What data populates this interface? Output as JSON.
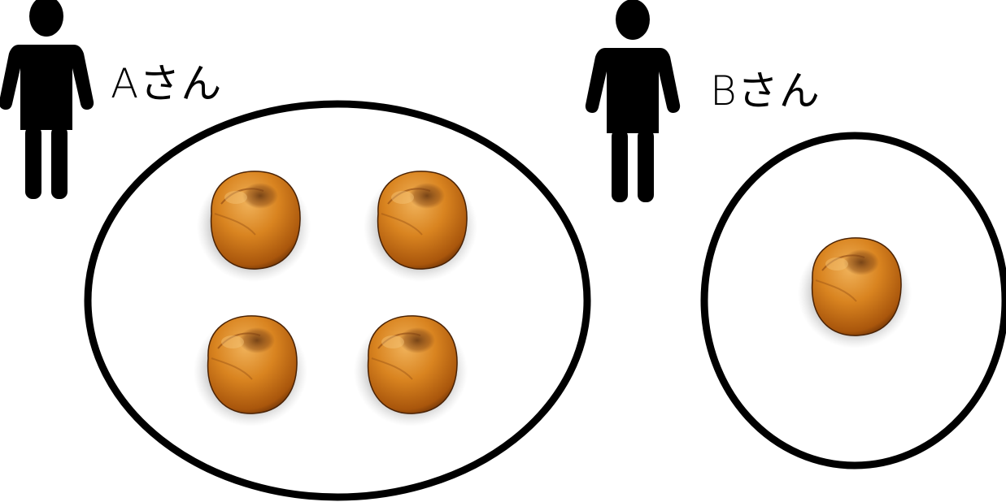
{
  "people": [
    {
      "label": "Aさん",
      "bread_count": 4
    },
    {
      "label": "Bさん",
      "bread_count": 1
    }
  ],
  "colors": {
    "outline": "#000000",
    "bread_light": "#e59a3c",
    "bread_mid": "#c7701a",
    "bread_dark": "#6b3207",
    "shadow": "#3a3a3a"
  },
  "icons": [
    "person-icon",
    "bread-icon"
  ]
}
